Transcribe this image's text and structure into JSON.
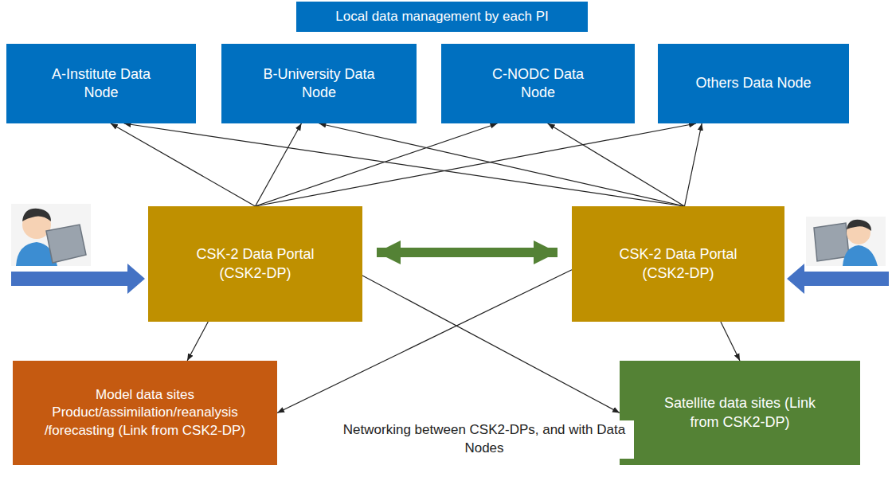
{
  "diagram": {
    "nodes": [
      {
        "text": [
          "Local data management by each PI"
        ]
      },
      {
        "text": [
          "A-Institute Data Node"
        ]
      },
      {
        "text": [
          "B-University Data Node"
        ]
      },
      {
        "text": [
          "C-NODC Data Node"
        ]
      },
      {
        "text": [
          "Others Data Node"
        ]
      },
      {
        "text": [
          "CSK-2 Data Portal (CSK2-DP)"
        ]
      },
      {
        "text": [
          "CSK-2 Data Portal (CSK2-DP)"
        ]
      },
      {
        "text": [
          "Model data sites Product/assimilation/reanalysis /forecasting (Link from CSK2-DP)"
        ]
      },
      {
        "text": [
          "Satellite data sites (Link from CSK2-DP)"
        ]
      }
    ],
    "edges": [
      {
        "from": 5,
        "to": 1,
        "arrow": "to"
      },
      {
        "from": 5,
        "to": 2,
        "arrow": "to"
      },
      {
        "from": 5,
        "to": 3,
        "arrow": "to"
      },
      {
        "from": 5,
        "to": 4,
        "arrow": "to"
      },
      {
        "from": 6,
        "to": 1,
        "arrow": "to"
      },
      {
        "from": 6,
        "to": 2,
        "arrow": "to"
      },
      {
        "from": 6,
        "to": 3,
        "arrow": "to"
      },
      {
        "from": 6,
        "to": 4,
        "arrow": "to"
      },
      {
        "from": 5,
        "to": 6,
        "arrow": "both"
      },
      {
        "from": 5,
        "to": 7,
        "arrow": "to"
      },
      {
        "from": 5,
        "to": 8,
        "arrow": "to"
      },
      {
        "from": 6,
        "to": 7,
        "arrow": "to"
      },
      {
        "from": 6,
        "to": 8,
        "arrow": "to"
      }
    ],
    "labels": [
      "Networking between CSK2-DPs, and with Data Nodes"
    ]
  }
}
